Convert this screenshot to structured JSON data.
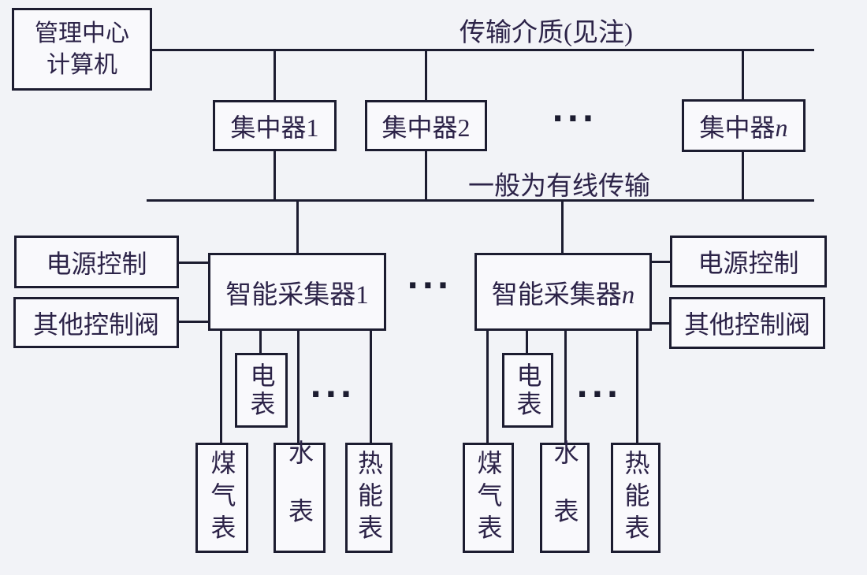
{
  "labels": {
    "transmission_medium": "传输介质(见注)",
    "wired_transmission": "一般为有线传输",
    "management_line1": "管理中心",
    "management_line2": "计算机",
    "concentrator_1": "集中器1",
    "concentrator_2": "集中器2",
    "concentrator_n_prefix": "集中器",
    "concentrator_n_suffix": "n",
    "collector_1": "智能采集器1",
    "collector_n_prefix": "智能采集器",
    "collector_n_suffix": "n",
    "power_control": "电源控制",
    "other_control_valve": "其他控制阀",
    "electric_meter": "电表",
    "gas_meter": "煤气表",
    "water_meter": "水表",
    "heat_meter": "热能表",
    "ellipsis": "···"
  },
  "colors": {
    "background": "#f2f3f7",
    "box_fill": "#f9f9fc",
    "line": "#1c1c30",
    "text": "#2c2348"
  }
}
